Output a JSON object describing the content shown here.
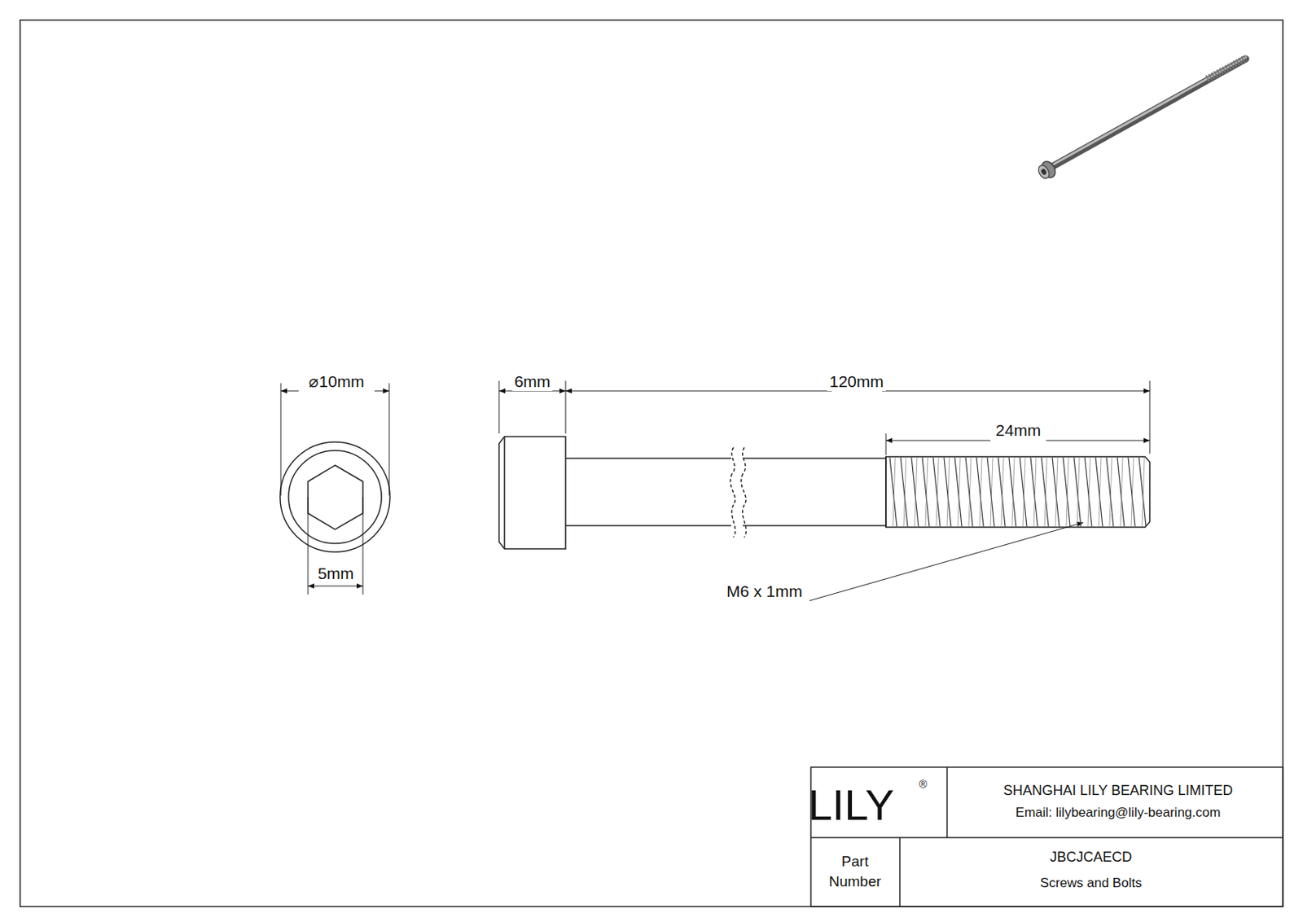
{
  "diagram": {
    "labels": [
      "⌀10mm",
      "5mm",
      "6mm",
      "120mm",
      "24mm",
      "M6 x 1mm",
      "LILY",
      "®",
      "SHANGHAI LILY BEARING LIMITED",
      "Email: lilybearing@lily-bearing.com",
      "Part Number",
      "JBCJCAECD",
      "Screws and Bolts"
    ]
  }
}
